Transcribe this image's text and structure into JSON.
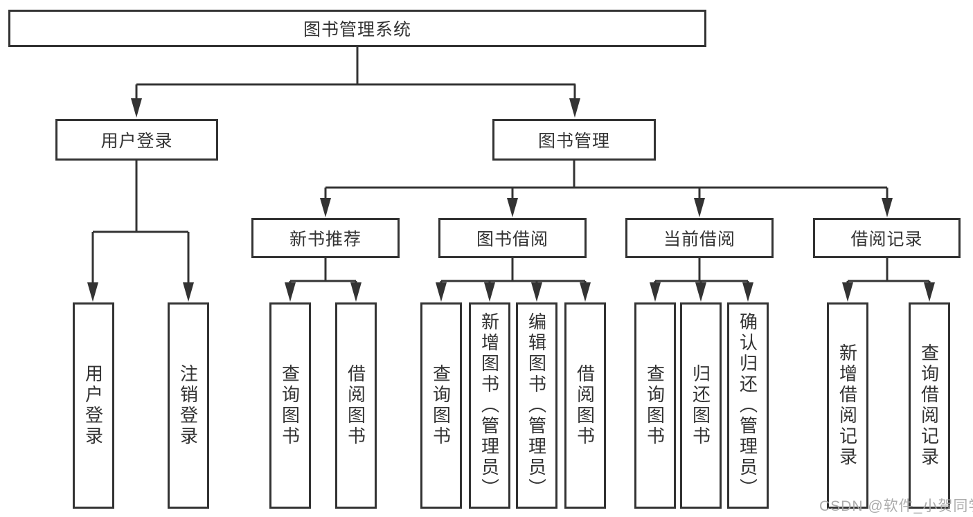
{
  "diagram": {
    "type": "hierarchy-tree",
    "orientation": "top-down",
    "colors": {
      "line": "#333333",
      "box_border": "#333333",
      "box_fill": "#ffffff",
      "text": "#333333",
      "background": "#ffffff",
      "watermark": "#a8a8a8"
    }
  },
  "tree": {
    "label": "图书管理系统",
    "children": [
      {
        "label": "用户登录",
        "children": [
          {
            "label": "用户登录"
          },
          {
            "label": "注销登录"
          }
        ]
      },
      {
        "label": "图书管理",
        "children": [
          {
            "label": "新书推荐",
            "children": [
              {
                "label": "查询图书"
              },
              {
                "label": "借阅图书"
              }
            ]
          },
          {
            "label": "图书借阅",
            "children": [
              {
                "label": "查询图书"
              },
              {
                "label": "新增图书（管理员）"
              },
              {
                "label": "编辑图书（管理员）"
              },
              {
                "label": "借阅图书"
              }
            ]
          },
          {
            "label": "当前借阅",
            "children": [
              {
                "label": "查询图书"
              },
              {
                "label": "归还图书"
              },
              {
                "label": "确认归还（管理员）"
              }
            ]
          },
          {
            "label": "借阅记录",
            "children": [
              {
                "label": "新增借阅记录"
              },
              {
                "label": "查询借阅记录"
              }
            ]
          }
        ]
      }
    ]
  },
  "watermark": {
    "text": "CSDN @软件_小贺同学"
  }
}
